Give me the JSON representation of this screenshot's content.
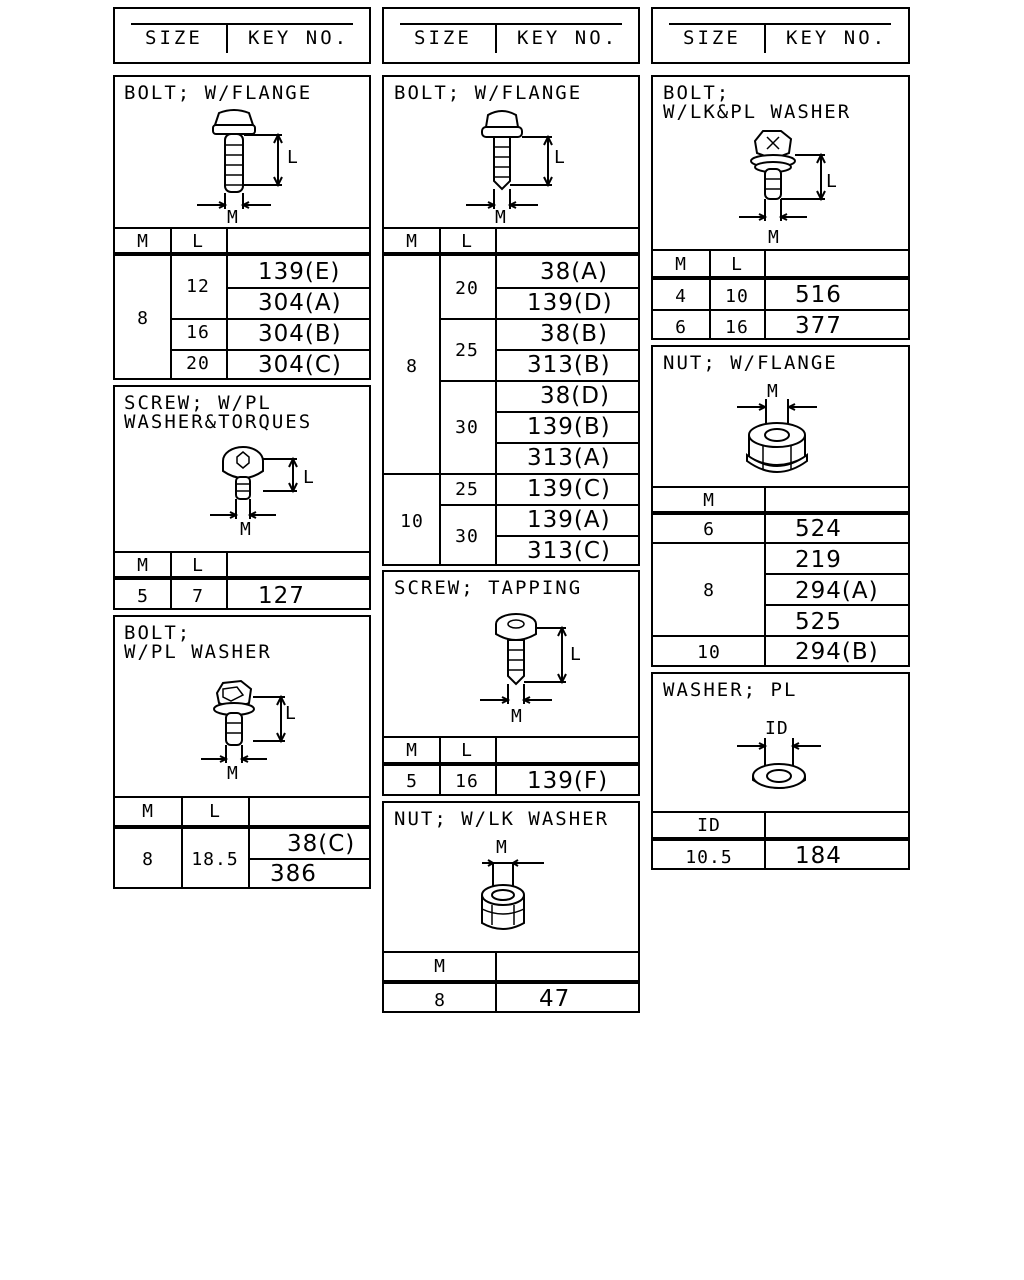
{
  "headers": {
    "size": "SIZE",
    "key_no": "KEY NO."
  },
  "labels": {
    "m": "M",
    "l": "L",
    "id": "ID"
  },
  "col1": {
    "bolt_flange": {
      "title": "BOLT; W/FLANGE",
      "m": "8",
      "rows": [
        {
          "l": "12",
          "keys": [
            "139(E)",
            "304(A)"
          ]
        },
        {
          "l": "16",
          "keys": [
            "304(B)"
          ]
        },
        {
          "l": "20",
          "keys": [
            "304(C)"
          ]
        }
      ]
    },
    "screw_pl_torques": {
      "title_1": "SCREW; W/PL",
      "title_2": "WASHER&TORQUES",
      "m": "5",
      "l": "7",
      "key": "127"
    },
    "bolt_pl_washer": {
      "title_1": "BOLT;",
      "title_2": "W/PL WASHER",
      "m": "8",
      "l": "18.5",
      "keys": [
        "38(C)",
        "386"
      ]
    }
  },
  "col2": {
    "bolt_flange": {
      "title": "BOLT; W/FLANGE",
      "groups": [
        {
          "m": "8",
          "rows": [
            {
              "l": "20",
              "keys": [
                "38(A)",
                "139(D)"
              ]
            },
            {
              "l": "25",
              "keys": [
                "38(B)",
                "313(B)"
              ]
            },
            {
              "l": "30",
              "keys": [
                "38(D)",
                "139(B)",
                "313(A)"
              ]
            }
          ]
        },
        {
          "m": "10",
          "rows": [
            {
              "l": "25",
              "keys": [
                "139(C)"
              ]
            },
            {
              "l": "30",
              "keys": [
                "139(A)",
                "313(C)"
              ]
            }
          ]
        }
      ]
    },
    "screw_tapping": {
      "title": "SCREW; TAPPING",
      "m": "5",
      "l": "16",
      "key": "139(F)"
    },
    "nut_lk_washer": {
      "title": "NUT; W/LK WASHER",
      "m": "8",
      "key": "47"
    }
  },
  "col3": {
    "bolt_lk_pl_washer": {
      "title_1": "BOLT;",
      "title_2": "W/LK&PL WASHER",
      "rows": [
        {
          "m": "4",
          "l": "10",
          "key": "516"
        },
        {
          "m": "6",
          "l": "16",
          "key": "377"
        }
      ]
    },
    "nut_flange": {
      "title": "NUT; W/FLANGE",
      "rows": [
        {
          "m": "6",
          "keys": [
            "524"
          ]
        },
        {
          "m": "8",
          "keys": [
            "219",
            "294(A)",
            "525"
          ]
        },
        {
          "m": "10",
          "keys": [
            "294(B)"
          ]
        }
      ]
    },
    "washer_pl": {
      "title": "WASHER; PL",
      "id": "10.5",
      "key": "184"
    }
  }
}
